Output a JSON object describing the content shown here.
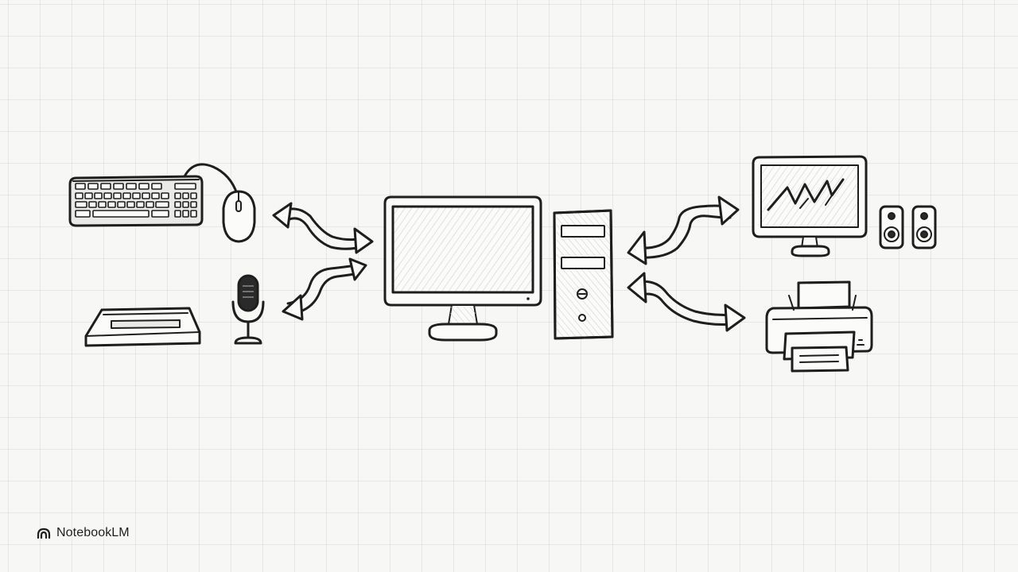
{
  "brand": {
    "name": "NotebookLM",
    "icon": "notebooklm-logo-icon"
  },
  "diagram": {
    "central_unit": [
      "monitor-icon",
      "system-unit-tower-icon"
    ],
    "input_devices": [
      "keyboard-icon",
      "mouse-icon",
      "scanner-icon",
      "microphone-icon"
    ],
    "output_devices": [
      "monitor-output-icon",
      "speakers-icon",
      "printer-icon"
    ],
    "connections": [
      {
        "from": "keyboard-mouse",
        "to": "central_unit",
        "direction": "bidirectional"
      },
      {
        "from": "scanner-microphone",
        "to": "central_unit",
        "direction": "bidirectional"
      },
      {
        "from": "central_unit",
        "to": "monitor-speakers",
        "direction": "bidirectional"
      },
      {
        "from": "central_unit",
        "to": "printer",
        "direction": "bidirectional"
      }
    ],
    "colors": {
      "ink": "#1e1e1e",
      "paper": "#f7f7f6",
      "grid": "#d6d6d6"
    }
  }
}
